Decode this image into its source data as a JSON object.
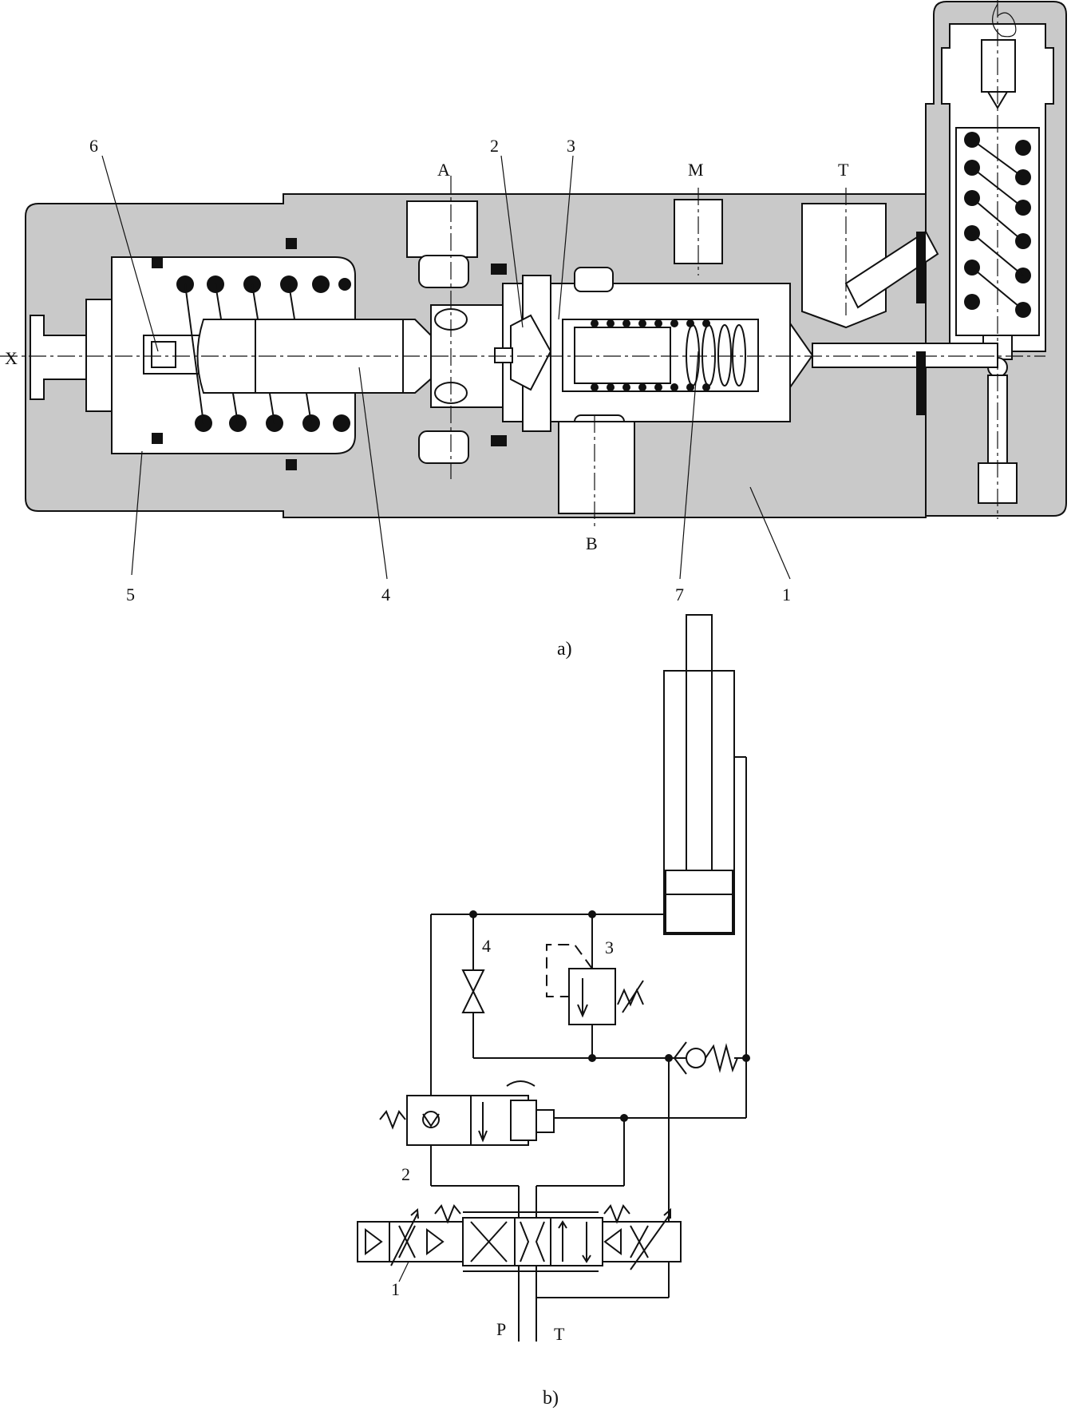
{
  "figure_a": {
    "caption": "a)",
    "port_labels": {
      "x": "X",
      "a": "A",
      "m": "M",
      "t": "T",
      "b": "B"
    },
    "part_labels": [
      "1",
      "2",
      "3",
      "4",
      "5",
      "6",
      "7"
    ]
  },
  "figure_b": {
    "caption": "b)",
    "component_labels": [
      "1",
      "2",
      "3",
      "4"
    ],
    "port_labels": {
      "p": "P",
      "t": "T"
    }
  }
}
